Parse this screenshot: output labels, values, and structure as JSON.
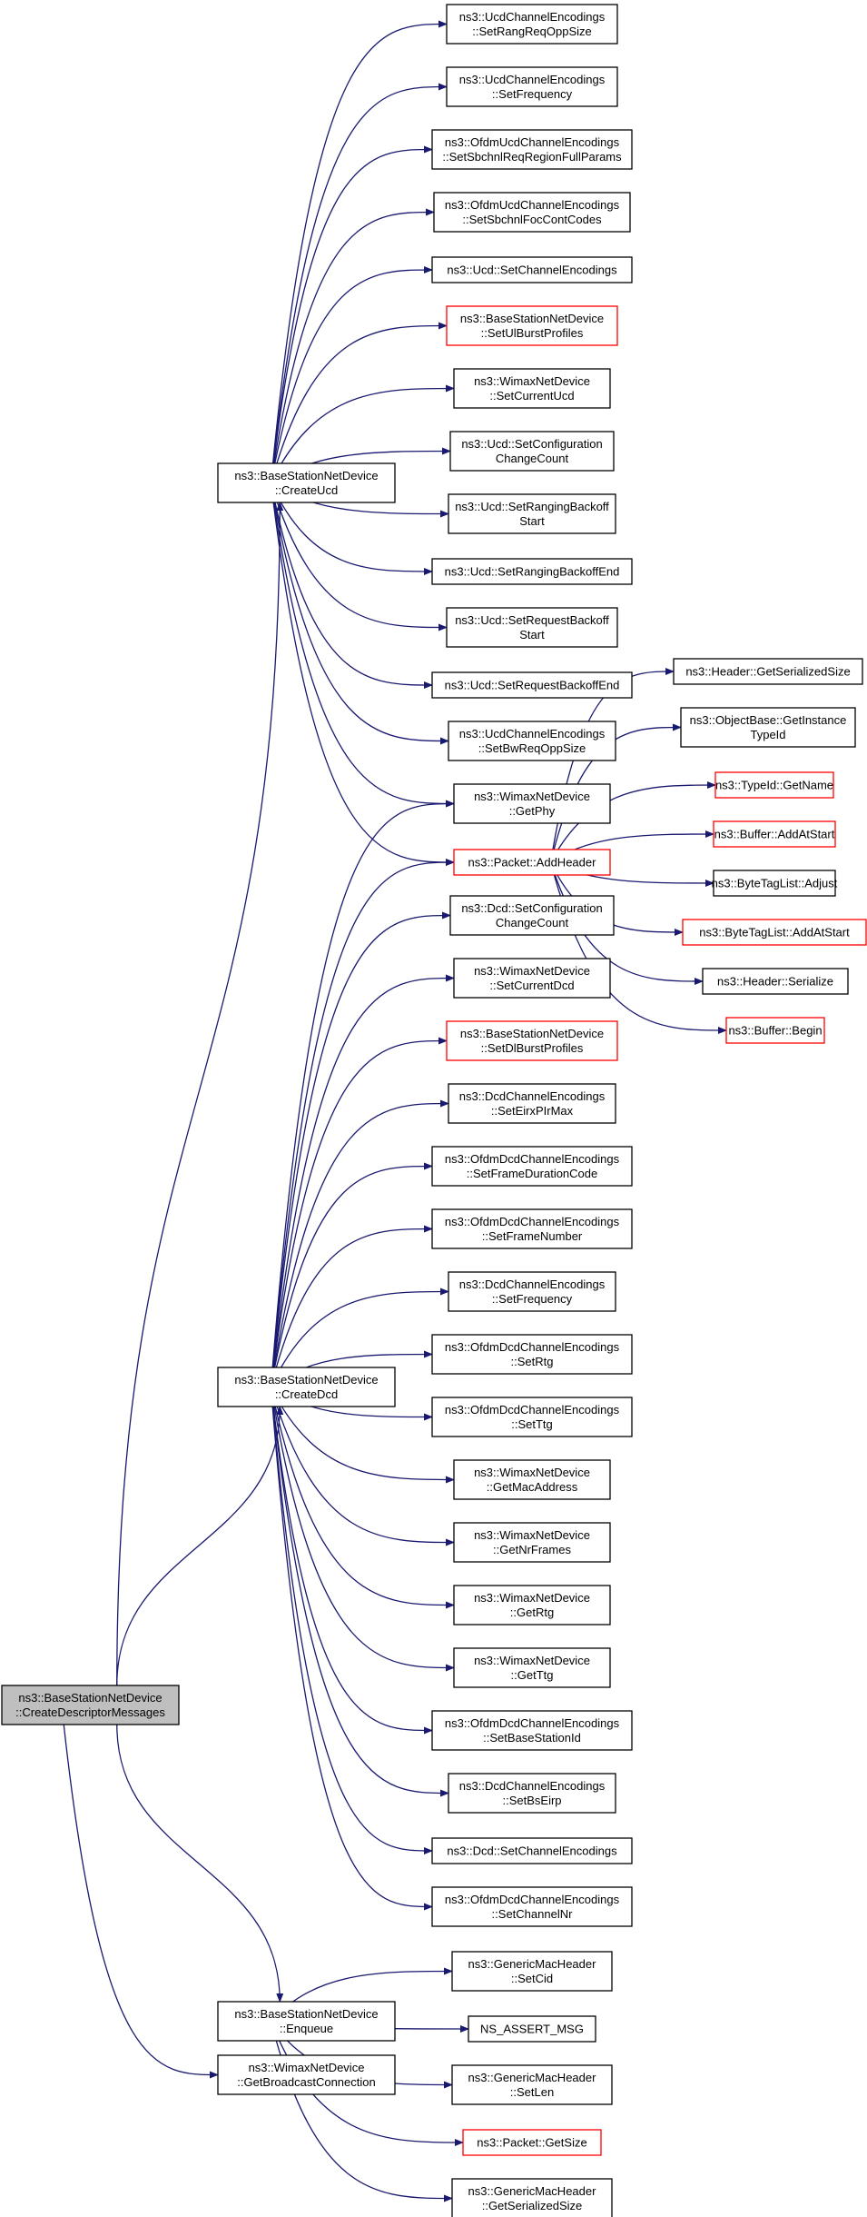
{
  "graph": {
    "edge_color": "#191970",
    "border_color": "#000000",
    "truncated_border_color": "#ff0000",
    "root_fill": "#bfbfbf",
    "nodes": [
      {
        "id": "root",
        "lines": [
          "ns3::BaseStationNetDevice",
          "::CreateDescriptorMessages"
        ],
        "style": "root"
      },
      {
        "id": "createucd",
        "lines": [
          "ns3::BaseStationNetDevice",
          "::CreateUcd"
        ]
      },
      {
        "id": "createdcd",
        "lines": [
          "ns3::BaseStationNetDevice",
          "::CreateDcd"
        ]
      },
      {
        "id": "enqueue",
        "lines": [
          "ns3::BaseStationNetDevice",
          "::Enqueue"
        ]
      },
      {
        "id": "getbcast",
        "lines": [
          "ns3::WimaxNetDevice",
          "::GetBroadcastConnection"
        ]
      },
      {
        "id": "u1",
        "lines": [
          "ns3::UcdChannelEncodings",
          "::SetRangReqOppSize"
        ]
      },
      {
        "id": "u2",
        "lines": [
          "ns3::UcdChannelEncodings",
          "::SetFrequency"
        ]
      },
      {
        "id": "u3",
        "lines": [
          "ns3::OfdmUcdChannelEncodings",
          "::SetSbchnlReqRegionFullParams"
        ]
      },
      {
        "id": "u4",
        "lines": [
          "ns3::OfdmUcdChannelEncodings",
          "::SetSbchnlFocContCodes"
        ]
      },
      {
        "id": "u5",
        "lines": [
          "ns3::Ucd::SetChannelEncodings"
        ]
      },
      {
        "id": "u6",
        "lines": [
          "ns3::BaseStationNetDevice",
          "::SetUlBurstProfiles"
        ],
        "style": "red"
      },
      {
        "id": "u7",
        "lines": [
          "ns3::WimaxNetDevice",
          "::SetCurrentUcd"
        ]
      },
      {
        "id": "u8",
        "lines": [
          "ns3::Ucd::SetConfiguration",
          "ChangeCount"
        ]
      },
      {
        "id": "u9",
        "lines": [
          "ns3::Ucd::SetRangingBackoff",
          "Start"
        ]
      },
      {
        "id": "u10",
        "lines": [
          "ns3::Ucd::SetRangingBackoffEnd"
        ]
      },
      {
        "id": "u11",
        "lines": [
          "ns3::Ucd::SetRequestBackoff",
          "Start"
        ]
      },
      {
        "id": "u12",
        "lines": [
          "ns3::Ucd::SetRequestBackoffEnd"
        ]
      },
      {
        "id": "u13",
        "lines": [
          "ns3::UcdChannelEncodings",
          "::SetBwReqOppSize"
        ]
      },
      {
        "id": "getphy",
        "lines": [
          "ns3::WimaxNetDevice",
          "::GetPhy"
        ]
      },
      {
        "id": "addheader",
        "lines": [
          "ns3::Packet::AddHeader"
        ],
        "style": "red"
      },
      {
        "id": "h1",
        "lines": [
          "ns3::Header::GetSerializedSize"
        ]
      },
      {
        "id": "h2",
        "lines": [
          "ns3::ObjectBase::GetInstance",
          "TypeId"
        ]
      },
      {
        "id": "h3",
        "lines": [
          "ns3::TypeId::GetName"
        ],
        "style": "red"
      },
      {
        "id": "h4",
        "lines": [
          "ns3::Buffer::AddAtStart"
        ],
        "style": "red"
      },
      {
        "id": "h5",
        "lines": [
          "ns3::ByteTagList::Adjust"
        ]
      },
      {
        "id": "h6",
        "lines": [
          "ns3::ByteTagList::AddAtStart"
        ],
        "style": "red"
      },
      {
        "id": "h7",
        "lines": [
          "ns3::Header::Serialize"
        ]
      },
      {
        "id": "h8",
        "lines": [
          "ns3::Buffer::Begin"
        ],
        "style": "red"
      },
      {
        "id": "d1",
        "lines": [
          "ns3::Dcd::SetConfiguration",
          "ChangeCount"
        ]
      },
      {
        "id": "d2",
        "lines": [
          "ns3::WimaxNetDevice",
          "::SetCurrentDcd"
        ]
      },
      {
        "id": "d3",
        "lines": [
          "ns3::BaseStationNetDevice",
          "::SetDlBurstProfiles"
        ],
        "style": "red"
      },
      {
        "id": "d4",
        "lines": [
          "ns3::DcdChannelEncodings",
          "::SetEirxPIrMax"
        ]
      },
      {
        "id": "d5",
        "lines": [
          "ns3::OfdmDcdChannelEncodings",
          "::SetFrameDurationCode"
        ]
      },
      {
        "id": "d6",
        "lines": [
          "ns3::OfdmDcdChannelEncodings",
          "::SetFrameNumber"
        ]
      },
      {
        "id": "d7",
        "lines": [
          "ns3::DcdChannelEncodings",
          "::SetFrequency"
        ]
      },
      {
        "id": "d8",
        "lines": [
          "ns3::OfdmDcdChannelEncodings",
          "::SetRtg"
        ]
      },
      {
        "id": "d9",
        "lines": [
          "ns3::OfdmDcdChannelEncodings",
          "::SetTtg"
        ]
      },
      {
        "id": "d10",
        "lines": [
          "ns3::WimaxNetDevice",
          "::GetMacAddress"
        ]
      },
      {
        "id": "d11",
        "lines": [
          "ns3::WimaxNetDevice",
          "::GetNrFrames"
        ]
      },
      {
        "id": "d12",
        "lines": [
          "ns3::WimaxNetDevice",
          "::GetRtg"
        ]
      },
      {
        "id": "d13",
        "lines": [
          "ns3::WimaxNetDevice",
          "::GetTtg"
        ]
      },
      {
        "id": "d14",
        "lines": [
          "ns3::OfdmDcdChannelEncodings",
          "::SetBaseStationId"
        ]
      },
      {
        "id": "d15",
        "lines": [
          "ns3::DcdChannelEncodings",
          "::SetBsEirp"
        ]
      },
      {
        "id": "d16",
        "lines": [
          "ns3::Dcd::SetChannelEncodings"
        ]
      },
      {
        "id": "d17",
        "lines": [
          "ns3::OfdmDcdChannelEncodings",
          "::SetChannelNr"
        ]
      },
      {
        "id": "e1",
        "lines": [
          "ns3::GenericMacHeader",
          "::SetCid"
        ]
      },
      {
        "id": "e2",
        "lines": [
          "NS_ASSERT_MSG"
        ]
      },
      {
        "id": "e3",
        "lines": [
          "ns3::GenericMacHeader",
          "::SetLen"
        ]
      },
      {
        "id": "e4",
        "lines": [
          "ns3::Packet::GetSize"
        ],
        "style": "red"
      },
      {
        "id": "e5",
        "lines": [
          "ns3::GenericMacHeader",
          "::GetSerializedSize"
        ]
      }
    ],
    "edges": [
      [
        "root",
        "createucd"
      ],
      [
        "root",
        "createdcd"
      ],
      [
        "root",
        "enqueue"
      ],
      [
        "root",
        "getbcast"
      ],
      [
        "createucd",
        "u1"
      ],
      [
        "createucd",
        "u2"
      ],
      [
        "createucd",
        "u3"
      ],
      [
        "createucd",
        "u4"
      ],
      [
        "createucd",
        "u5"
      ],
      [
        "createucd",
        "u6"
      ],
      [
        "createucd",
        "u7"
      ],
      [
        "createucd",
        "u8"
      ],
      [
        "createucd",
        "u9"
      ],
      [
        "createucd",
        "u10"
      ],
      [
        "createucd",
        "u11"
      ],
      [
        "createucd",
        "u12"
      ],
      [
        "createucd",
        "u13"
      ],
      [
        "createucd",
        "getphy"
      ],
      [
        "createucd",
        "addheader"
      ],
      [
        "createdcd",
        "getphy"
      ],
      [
        "createdcd",
        "addheader"
      ],
      [
        "createdcd",
        "d1"
      ],
      [
        "createdcd",
        "d2"
      ],
      [
        "createdcd",
        "d3"
      ],
      [
        "createdcd",
        "d4"
      ],
      [
        "createdcd",
        "d5"
      ],
      [
        "createdcd",
        "d6"
      ],
      [
        "createdcd",
        "d7"
      ],
      [
        "createdcd",
        "d8"
      ],
      [
        "createdcd",
        "d9"
      ],
      [
        "createdcd",
        "d10"
      ],
      [
        "createdcd",
        "d11"
      ],
      [
        "createdcd",
        "d12"
      ],
      [
        "createdcd",
        "d13"
      ],
      [
        "createdcd",
        "d14"
      ],
      [
        "createdcd",
        "d15"
      ],
      [
        "createdcd",
        "d16"
      ],
      [
        "createdcd",
        "d17"
      ],
      [
        "addheader",
        "h1"
      ],
      [
        "addheader",
        "h2"
      ],
      [
        "addheader",
        "h3"
      ],
      [
        "addheader",
        "h4"
      ],
      [
        "addheader",
        "h5"
      ],
      [
        "addheader",
        "h6"
      ],
      [
        "addheader",
        "h7"
      ],
      [
        "addheader",
        "h8"
      ],
      [
        "enqueue",
        "e1"
      ],
      [
        "enqueue",
        "e2"
      ],
      [
        "enqueue",
        "e3"
      ],
      [
        "enqueue",
        "e4"
      ],
      [
        "enqueue",
        "e5"
      ]
    ]
  }
}
